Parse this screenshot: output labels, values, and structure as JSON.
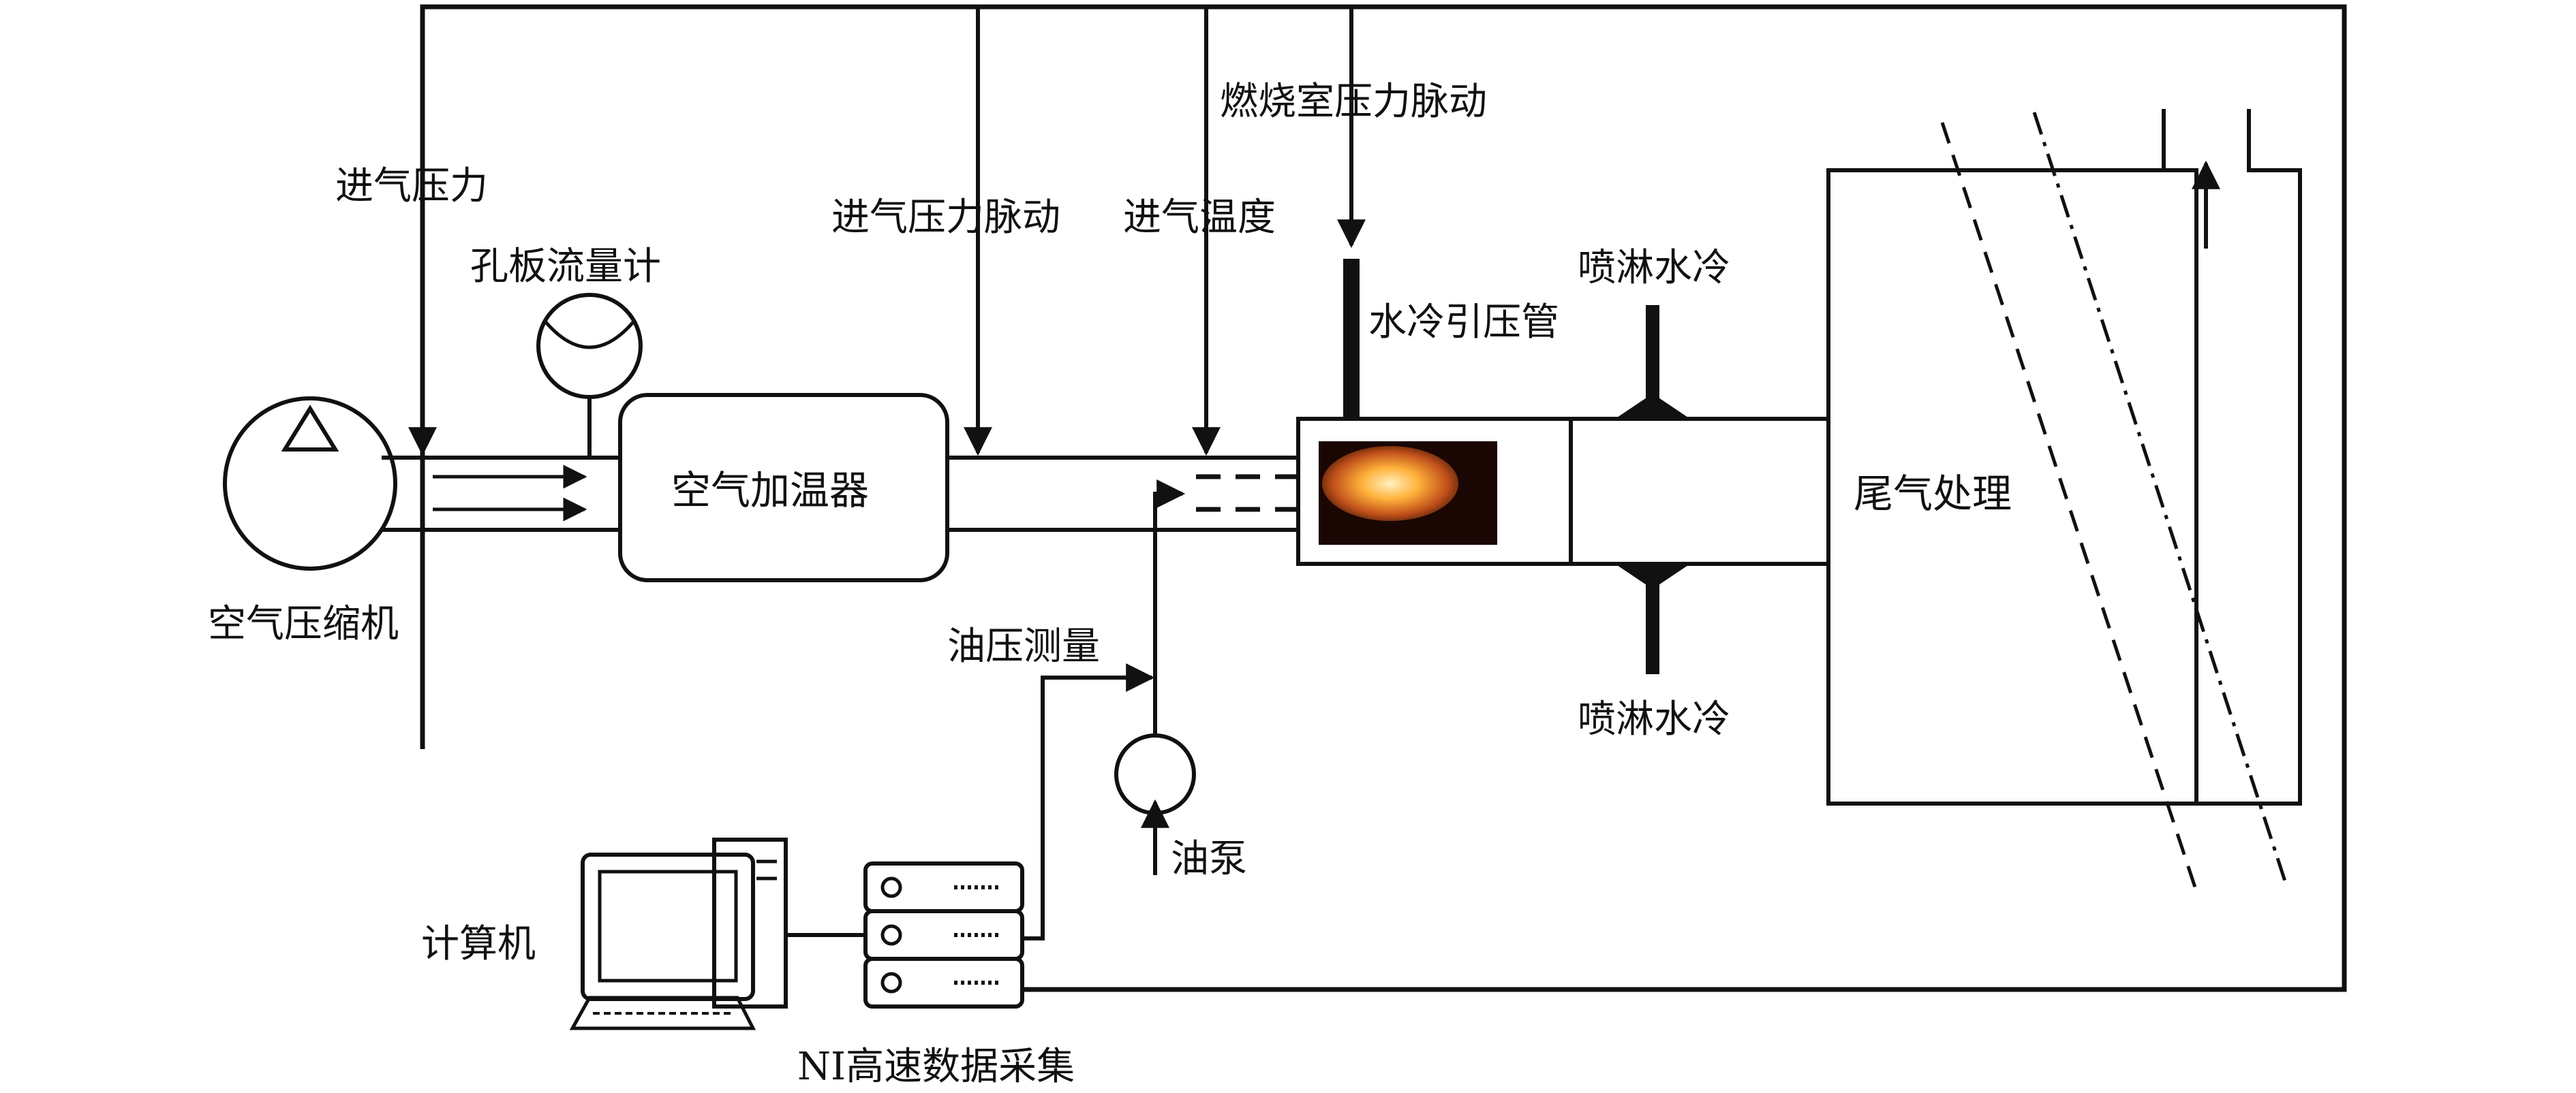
{
  "labels": {
    "inlet_pressure": "进气压力",
    "orifice_meter": "孔板流量计",
    "inlet_pressure_pulse": "进气压力脉动",
    "inlet_temperature": "进气温度",
    "chamber_pressure_pulse": "燃烧室压力脉动",
    "water_cooled_tube": "水冷引压管",
    "spray_cooling_top": "喷淋水冷",
    "spray_cooling_bottom": "喷淋水冷",
    "air_heater": "空气加温器",
    "exhaust_treatment": "尾气处理",
    "air_compressor": "空气压缩机",
    "oil_pressure": "油压测量",
    "oil_pump": "油泵",
    "computer": "计算机",
    "ni_daq": "NI高速数据采集"
  },
  "icons": [
    "compressor-icon",
    "flow-meter-icon",
    "flame-icon",
    "pump-icon",
    "computer-icon",
    "server-icon"
  ]
}
